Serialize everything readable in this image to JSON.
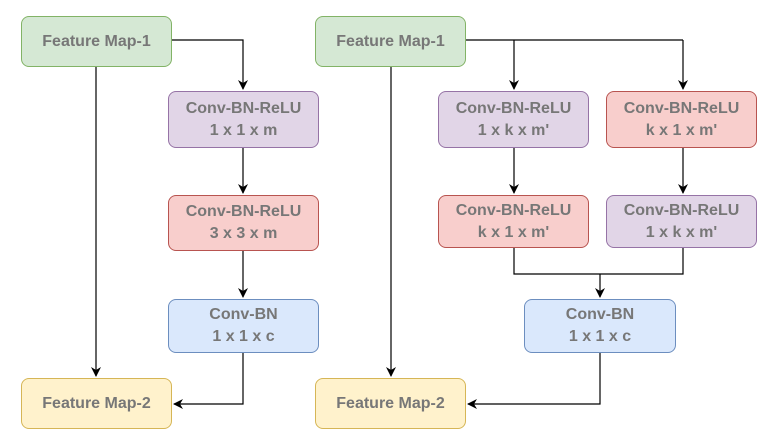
{
  "left_block": {
    "input": "Feature Map-1",
    "conv1": {
      "title": "Conv-BN-ReLU",
      "shape": "1 x 1 x m"
    },
    "conv2": {
      "title": "Conv-BN-ReLU",
      "shape": "3 x 3 x m"
    },
    "conv3": {
      "title": "Conv-BN",
      "shape": "1 x 1 x c"
    },
    "output": "Feature Map-2"
  },
  "right_block": {
    "input": "Feature Map-1",
    "branch_a_1": {
      "title": "Conv-BN-ReLU",
      "shape": "1 x k x m'"
    },
    "branch_a_2": {
      "title": "Conv-BN-ReLU",
      "shape": "k x 1 x m'"
    },
    "branch_b_1": {
      "title": "Conv-BN-ReLU",
      "shape": "k x 1 x m'"
    },
    "branch_b_2": {
      "title": "Conv-BN-ReLU",
      "shape": "1 x k x m'"
    },
    "merge": {
      "title": "Conv-BN",
      "shape": "1 x 1 x c"
    },
    "output": "Feature Map-2"
  },
  "colors": {
    "input_fill": "#d5e8d4",
    "relu_purple_fill": "#e1d5e7",
    "relu_red_fill": "#f8cecc",
    "conv_bn_fill": "#dae8fc",
    "output_fill": "#fff2cc",
    "text": "#777777",
    "edge": "#000000"
  }
}
